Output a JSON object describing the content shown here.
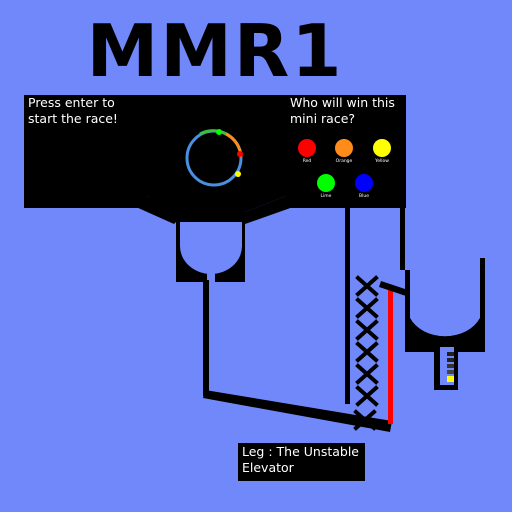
{
  "title": "MMR1",
  "start_panel": {
    "text": "Press enter to start the race!"
  },
  "vote_panel": {
    "question": "Who will win this mini race?",
    "racers": [
      {
        "name": "Red",
        "color": "#ff0000"
      },
      {
        "name": "Orange",
        "color": "#ff8c1a"
      },
      {
        "name": "Yellow",
        "color": "#ffff00"
      },
      {
        "name": "Lime",
        "color": "#00ff00"
      },
      {
        "name": "Blue",
        "color": "#0000ff"
      }
    ]
  },
  "leg_panel": {
    "text": "Leg : The Unstable Elevator"
  },
  "colors": {
    "background": "#7088fa",
    "track": "#000000",
    "elevator": "#ff0000",
    "dispenser_ring": "#4a90e2"
  }
}
